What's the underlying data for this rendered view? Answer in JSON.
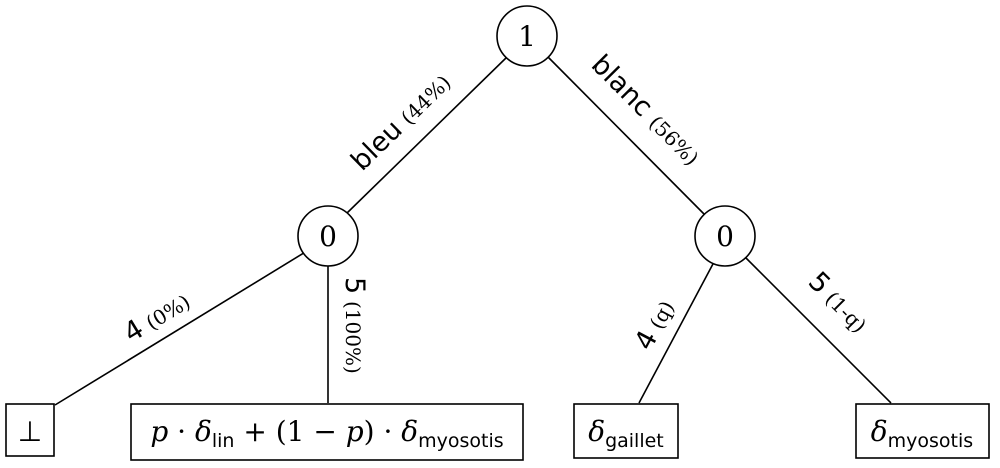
{
  "tree": {
    "root": {
      "label": "1"
    },
    "left_node": {
      "label": "0"
    },
    "right_node": {
      "label": "0"
    },
    "edges": {
      "bleu": {
        "label": "bleu",
        "prob": "(44%)"
      },
      "blanc": {
        "label": "blanc",
        "prob": "(56%)"
      },
      "left_4": {
        "label": "4",
        "prob": "(0%)"
      },
      "left_5": {
        "label": "5",
        "prob": "(100%)"
      },
      "right_4": {
        "label": "4",
        "prob": "(q)"
      },
      "right_5": {
        "label": "5",
        "prob": "(1-q)"
      }
    },
    "leaves": {
      "bottom": {
        "symbol": "⊥"
      },
      "mix": {
        "p": "p",
        "dot": "·",
        "delta": "δ",
        "lin": "lin",
        "plus_part": "+ (1 − ",
        "p2": "p",
        "close": ") ·",
        "myosotis": "myosotis"
      },
      "gaillet": {
        "delta": "δ",
        "sub": "gaillet"
      },
      "myosotis": {
        "delta": "δ",
        "sub": "myosotis"
      }
    }
  }
}
